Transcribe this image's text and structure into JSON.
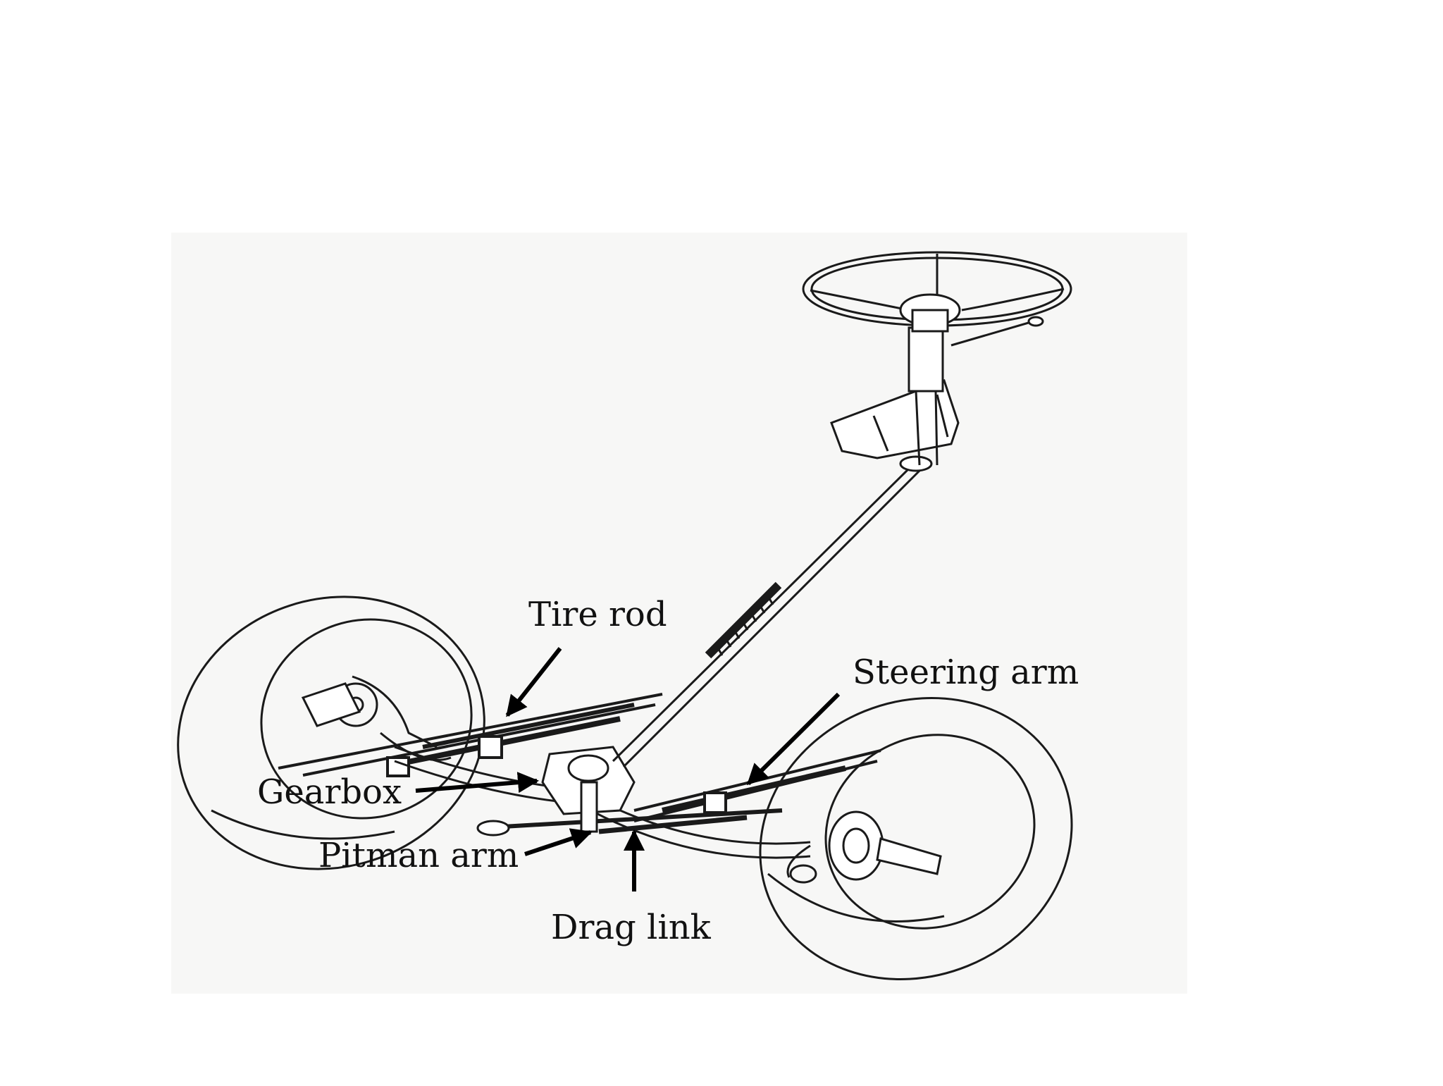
{
  "labels": {
    "tire_rod": "Tire rod",
    "steering_arm": "Steering arm",
    "gearbox": "Gearbox",
    "pitman_arm": "Pitman arm",
    "drag_link": "Drag link"
  },
  "colors": {
    "background": "#ffffff",
    "photo_panel": "#f7f7f6",
    "ink": "#1a1a1a",
    "label": "#111111"
  }
}
